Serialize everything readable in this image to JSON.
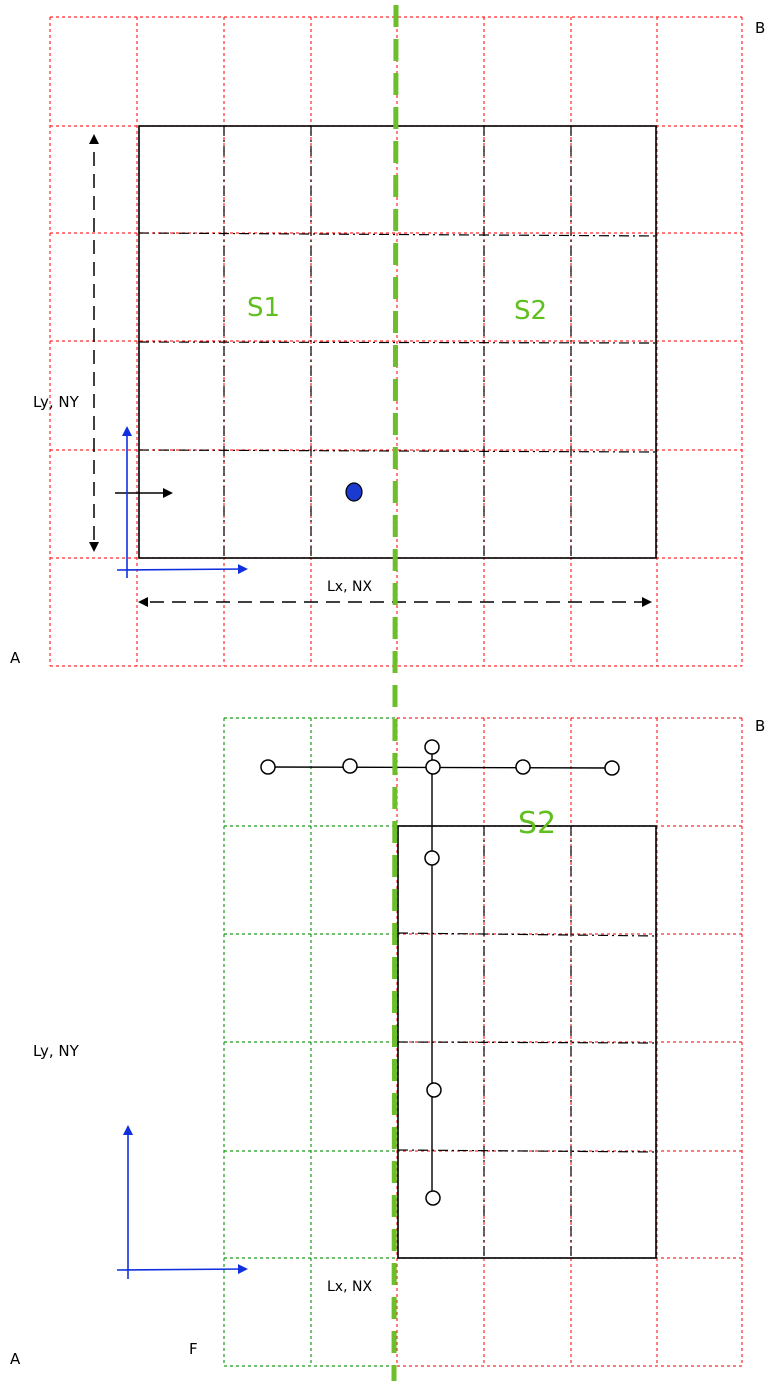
{
  "top_panel": {
    "corner_bottom_left": "A",
    "corner_top_right": "B",
    "subdomain_left": "S1",
    "subdomain_right": "S2",
    "y_dimension": "Ly, NY",
    "x_dimension": "Lx, NX"
  },
  "bottom_panel": {
    "corner_bottom_left": "A",
    "corner_top_right": "B",
    "subdomain": "S2",
    "y_dimension": "Ly, NY",
    "x_dimension": "Lx, NX",
    "ghost_marker": "F"
  },
  "colors": {
    "grid_red": "#ff2a2a",
    "grid_green": "#1a9a1a",
    "split_line": "#6cbf2a",
    "axis_blue": "#1030e0",
    "point_blue": "#1a3ad0",
    "domain_black": "#000000"
  }
}
